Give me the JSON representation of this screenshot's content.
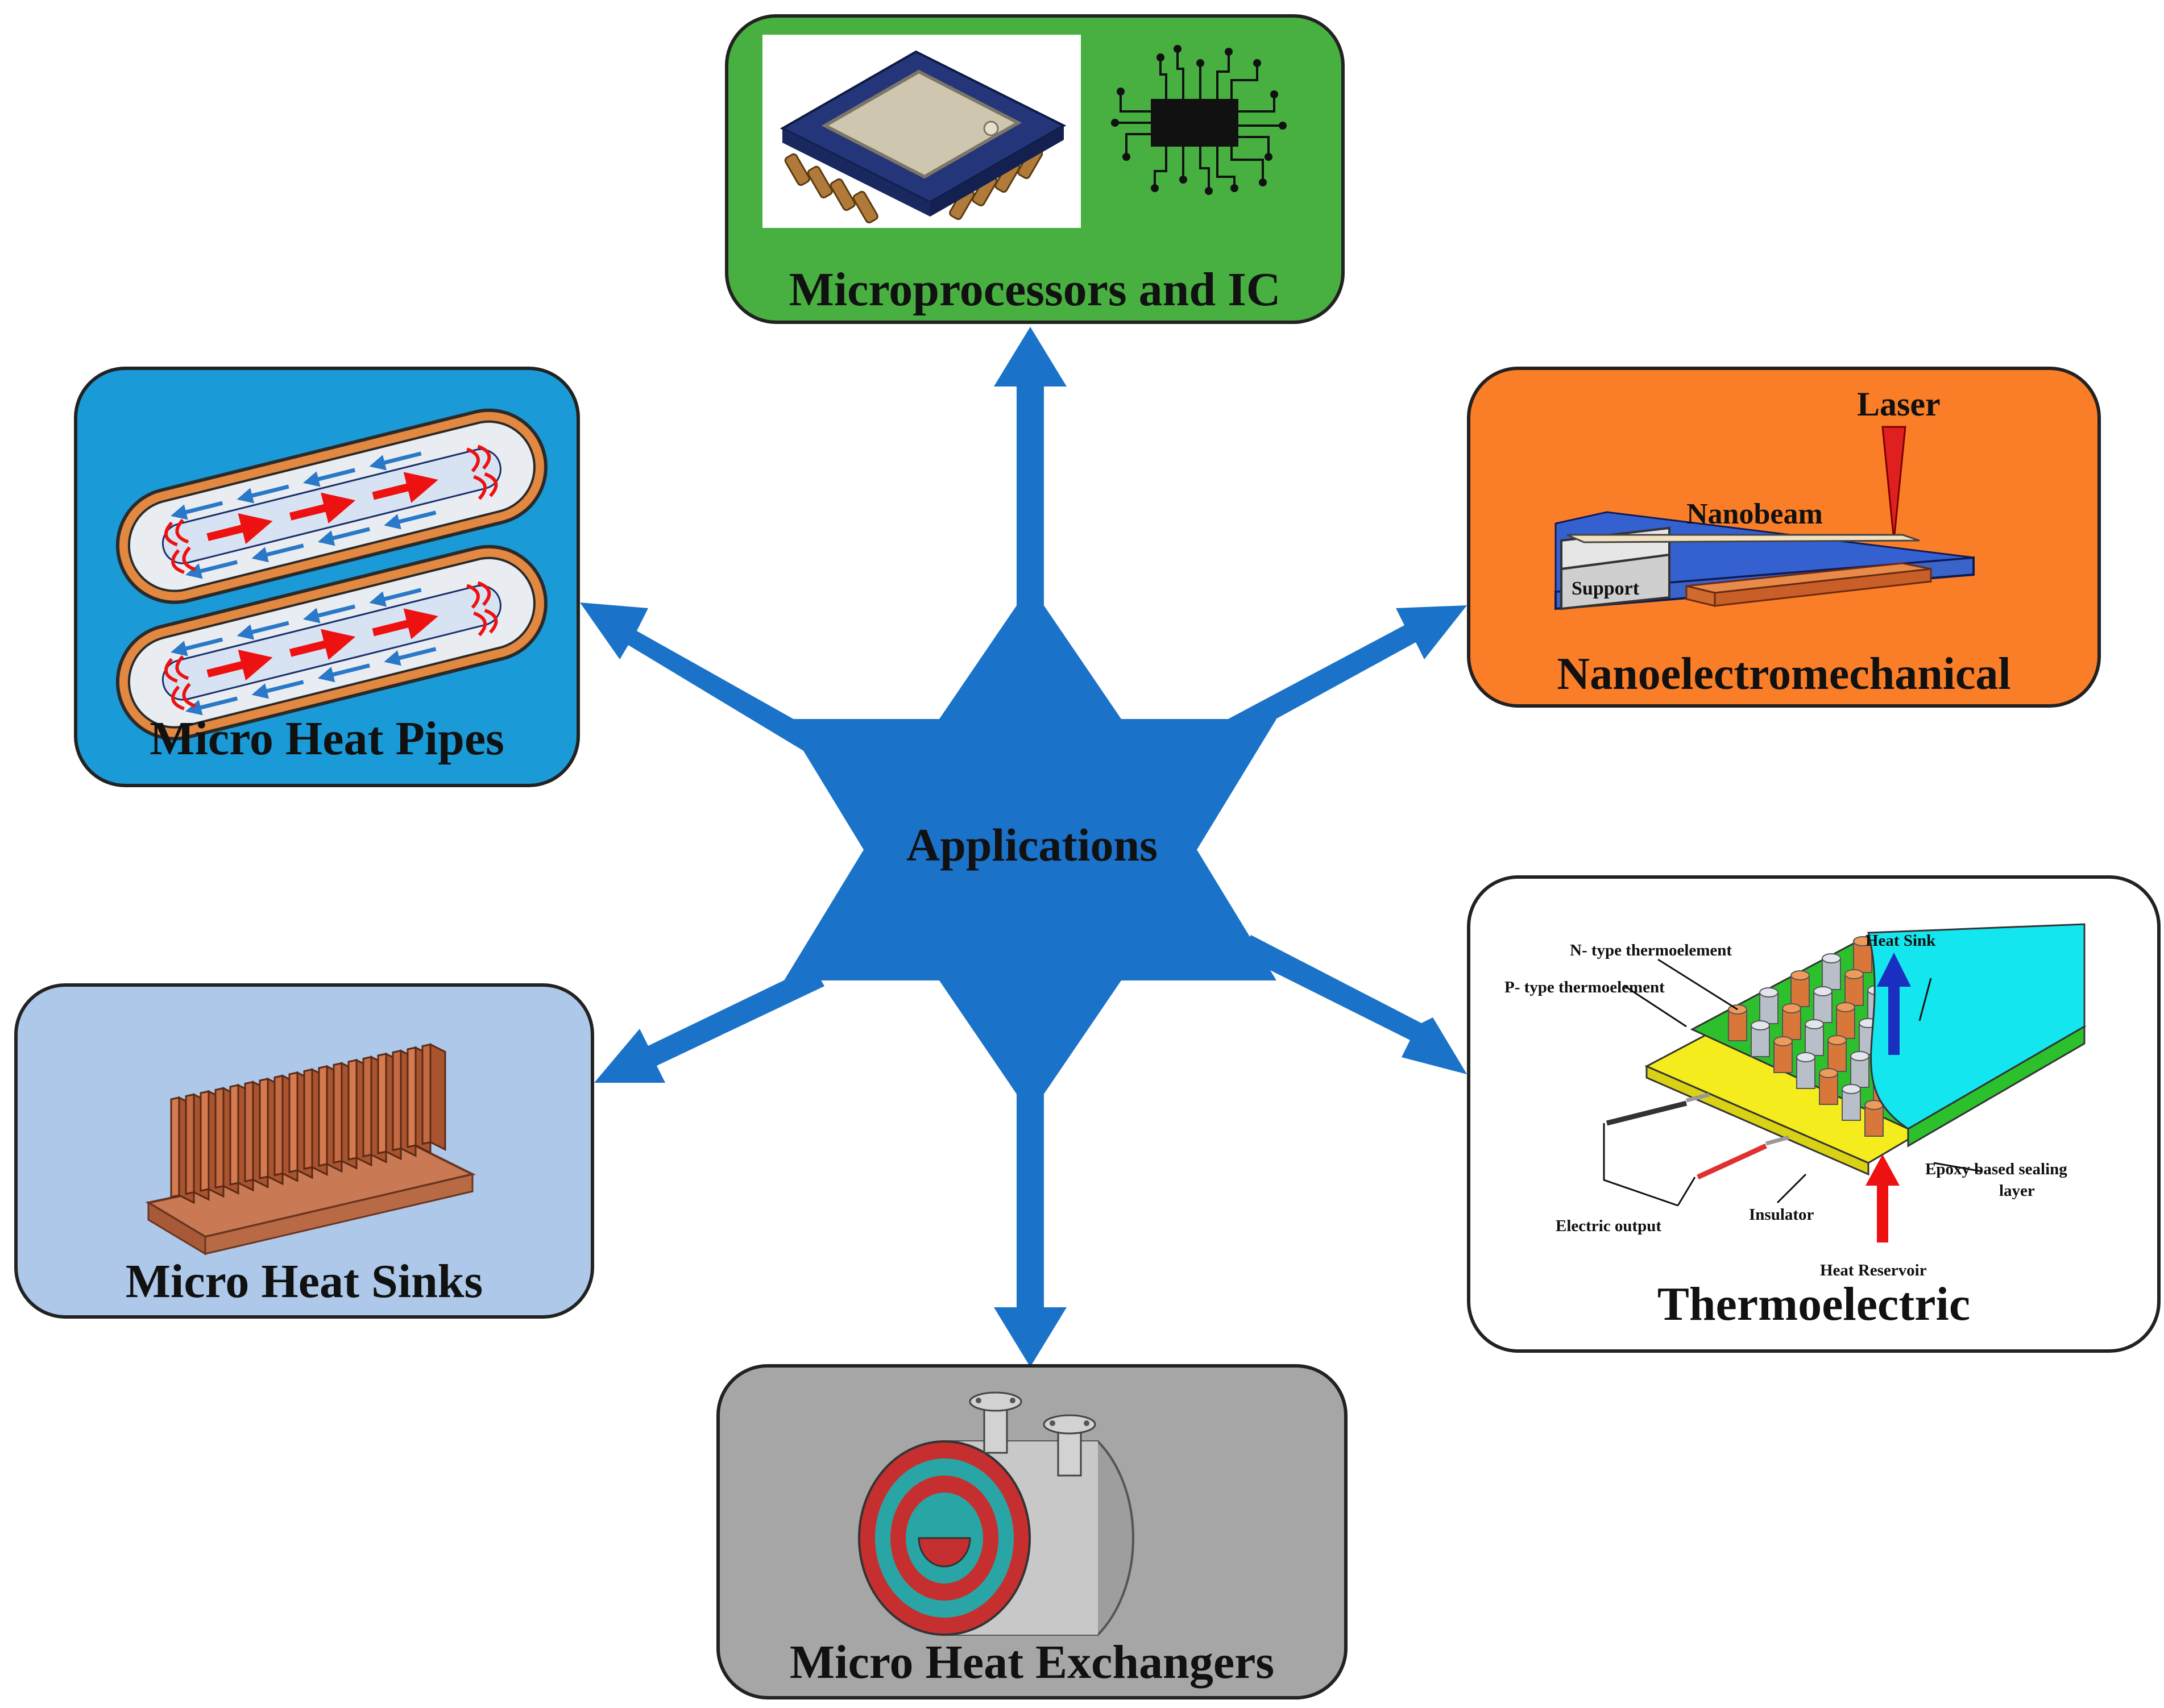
{
  "center": {
    "label": "Applications",
    "color": "#1a72c9"
  },
  "panels": {
    "microprocessors": {
      "title": "Microprocessors and IC",
      "color": "#47b040"
    },
    "nanoelectromechanical": {
      "title": "Nanoelectromechanical",
      "color": "#fa7d28",
      "labels": {
        "laser": "Laser",
        "nanobeam": "Nanobeam",
        "support": "Support"
      }
    },
    "heat_pipes": {
      "title": "Micro Heat Pipes",
      "color": "#1b9ad8"
    },
    "heat_sinks": {
      "title": "Micro Heat Sinks",
      "color": "#adc8e8"
    },
    "heat_exchangers": {
      "title": "Micro Heat Exchangers",
      "color": "#a6a6a6"
    },
    "thermoelectric": {
      "title": "Thermoelectric",
      "color": "#ffffff",
      "labels": {
        "n_type": "N- type thermoelement",
        "p_type": "P- type thermoelement",
        "heat_sink": "Heat Sink",
        "epoxy_1": "Epoxy based sealing",
        "epoxy_2": "layer",
        "electric_output": "Electric output",
        "insulator": "Insulator",
        "heat_reservoir": "Heat Reservoir"
      }
    }
  },
  "icons": {
    "chip": "microchip-icon",
    "ic": "circuit-ic-icon",
    "nems": "nanobeam-device-icon",
    "pipes": "heat-pipe-icon",
    "sink": "heat-sink-icon",
    "exchanger": "heat-exchanger-icon",
    "teg": "thermoelectric-module-icon"
  }
}
